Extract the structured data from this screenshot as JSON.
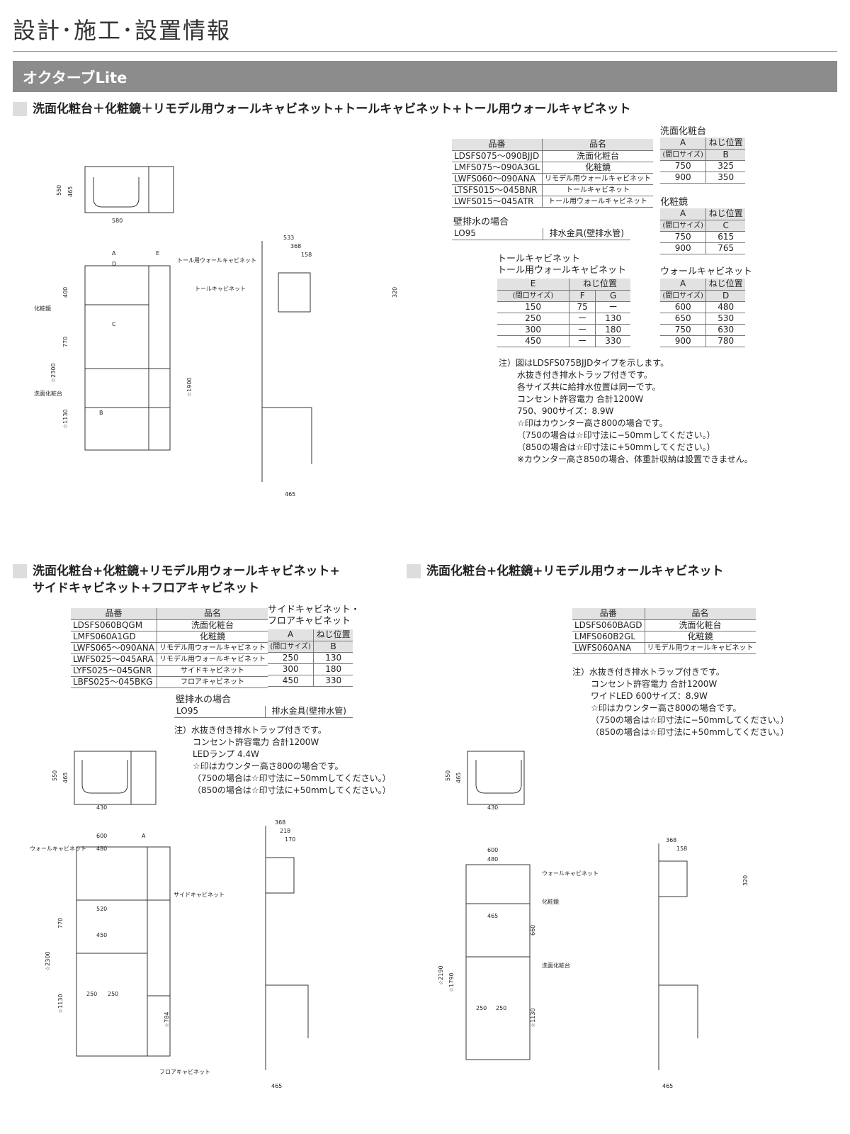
{
  "title": "設計･施工･設置情報",
  "series": "オクターブLite",
  "s1": {
    "heading": "洗面化粧台＋化粧鏡＋リモデル用ウォールキャビネット+トールキャビネット+トール用ウォールキャビネット",
    "products": {
      "h": [
        "品番",
        "品名"
      ],
      "rows": [
        [
          "LDSFS075〜090BJJD",
          "洗面化粧台"
        ],
        [
          "LMFS075〜090A3GL",
          "化粧鏡"
        ],
        [
          "LWFS060〜090ANA",
          "リモデル用ウォールキャビネット"
        ],
        [
          "LTSFS015〜045BNR",
          "トールキャビネット"
        ],
        [
          "LWFS015〜045ATR",
          "トール用ウォールキャビネット"
        ]
      ]
    },
    "wall_drain": {
      "caption": "壁排水の場合",
      "code": "LO95",
      "name": "排水金具(壁排水管)"
    },
    "tall": {
      "caption1": "トールキャビネット",
      "caption2": "トール用ウォールキャビネット",
      "h1": "E",
      "h1s": "(間口サイズ)",
      "h2": "ねじ位置",
      "c1": "F",
      "c2": "G",
      "rows": [
        [
          "150",
          "75",
          "ー"
        ],
        [
          "250",
          "ー",
          "130"
        ],
        [
          "300",
          "ー",
          "180"
        ],
        [
          "450",
          "ー",
          "330"
        ]
      ]
    },
    "vanity": {
      "caption": "洗面化粧台",
      "h1": "A",
      "h1s": "(間口サイズ)",
      "h2": "ねじ位置",
      "c": "B",
      "rows": [
        [
          "750",
          "325"
        ],
        [
          "900",
          "350"
        ]
      ]
    },
    "mirror": {
      "caption": "化粧鏡",
      "h1": "A",
      "h1s": "(間口サイズ)",
      "h2": "ねじ位置",
      "c": "C",
      "rows": [
        [
          "750",
          "615"
        ],
        [
          "900",
          "765"
        ]
      ]
    },
    "wall": {
      "caption": "ウォールキャビネット",
      "h1": "A",
      "h1s": "(間口サイズ)",
      "h2": "ねじ位置",
      "c": "D",
      "rows": [
        [
          "600",
          "480"
        ],
        [
          "650",
          "530"
        ],
        [
          "750",
          "630"
        ],
        [
          "900",
          "780"
        ]
      ]
    },
    "notes": [
      "注）図はLDSFS075BJJDタイプを示します。",
      "水抜き付き排水トラップ付きです。",
      "各サイズ共に給排水位置は同一です。",
      "コンセント許容電力 合計1200W",
      "750、900サイズ：8.9W",
      "☆印はカウンター高さ800の場合です。",
      "（750の場合は☆印寸法に−50mmしてください。）",
      "（850の場合は☆印寸法に+50mmしてください。）",
      "※カウンター高さ850の場合、体重計収納は設置できません。"
    ],
    "dims": {
      "d580": "580",
      "d550": "550",
      "d465": "465",
      "A": "A",
      "D": "D",
      "C": "C",
      "B": "B",
      "E": "E",
      "d400": "400",
      "d770": "770",
      "d1130": "☆1130",
      "d2300": "☆2300",
      "d1900": "☆1900",
      "d533": "533",
      "d368": "368",
      "d158": "158",
      "d320": "320",
      "d465b": "465",
      "lbl_mirror": "化粧鏡",
      "lbl_vanity": "洗面化粧台",
      "lbl_tall": "トールキャビネット",
      "lbl_tallwall": "トール用ウォールキャビネット"
    }
  },
  "s2": {
    "heading1": "洗面化粧台+化粧鏡+リモデル用ウォールキャビネット+",
    "heading2": "サイドキャビネット+フロアキャビネット",
    "products": {
      "h": [
        "品番",
        "品名"
      ],
      "rows": [
        [
          "LDSFS060BQGM",
          "洗面化粧台"
        ],
        [
          "LMFS060A1GD",
          "化粧鏡"
        ],
        [
          "LWFS065〜090ANA",
          "リモデル用ウォールキャビネット"
        ],
        [
          "LWFS025〜045ARA",
          "リモデル用ウォールキャビネット"
        ],
        [
          "LYFS025〜045GNR",
          "サイドキャビネット"
        ],
        [
          "LBFS025〜045BKG",
          "フロアキャビネット"
        ]
      ]
    },
    "side": {
      "caption1": "サイドキャビネット・",
      "caption2": "フロアキャビネット",
      "h1": "A",
      "h1s": "(間口サイズ)",
      "h2": "ねじ位置",
      "c": "B",
      "rows": [
        [
          "250",
          "130"
        ],
        [
          "300",
          "180"
        ],
        [
          "450",
          "330"
        ]
      ]
    },
    "wall_drain": {
      "caption": "壁排水の場合",
      "code": "LO95",
      "name": "排水金具(壁排水管)"
    },
    "notes": [
      "注）水抜き付き排水トラップ付きです。",
      "コンセント許容電力 合計1200W",
      "LEDランプ 4.4W",
      "☆印はカウンター高さ800の場合です。",
      "（750の場合は☆印寸法に−50mmしてください。）",
      "（850の場合は☆印寸法に+50mmしてください。）"
    ],
    "dims": {
      "d430": "430",
      "d550": "550",
      "d465": "465",
      "d600": "600",
      "d480": "480",
      "A": "A",
      "d520": "520",
      "d450": "450",
      "d250a": "250",
      "d250b": "250",
      "d770": "770",
      "d1130": "☆1130",
      "d2300": "☆2300",
      "d784": "☆784",
      "d368": "368",
      "d218": "218",
      "d170": "170",
      "d465b": "465",
      "lbl_wall": "ウォールキャビネット",
      "lbl_side": "サイドキャビネット",
      "lbl_floor": "フロアキャビネット"
    }
  },
  "s3": {
    "heading": "洗面化粧台+化粧鏡+リモデル用ウォールキャビネット",
    "products": {
      "h": [
        "品番",
        "品名"
      ],
      "rows": [
        [
          "LDSFS060BAGD",
          "洗面化粧台"
        ],
        [
          "LMFS060B2GL",
          "化粧鏡"
        ],
        [
          "LWFS060ANA",
          "リモデル用ウォールキャビネット"
        ]
      ]
    },
    "notes": [
      "注）水抜き付き排水トラップ付きです。",
      "コンセント許容電力 合計1200W",
      "ワイドLED 600サイズ：8.9W",
      "☆印はカウンター高さ800の場合です。",
      "（750の場合は☆印寸法に−50mmしてください。）",
      "（850の場合は☆印寸法に+50mmしてください。）"
    ],
    "dims": {
      "d430": "430",
      "d550": "550",
      "d465": "465",
      "d600": "600",
      "d480": "480",
      "d465m": "465",
      "d660": "660",
      "d250a": "250",
      "d250b": "250",
      "d1130": "☆1130",
      "d1790": "☆1790",
      "d2190": "☆2190",
      "d368": "368",
      "d158": "158",
      "d320": "320",
      "d465b": "465",
      "lbl_wall": "ウォールキャビネット",
      "lbl_mirror": "化粧鏡",
      "lbl_vanity": "洗面化粧台"
    }
  }
}
